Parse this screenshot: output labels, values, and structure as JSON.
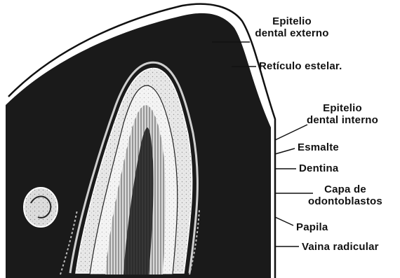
{
  "labels": {
    "epitelio_externo": {
      "line1": "Epitelio",
      "line2": "dental externo"
    },
    "reticulo_estelar": "Retículo estelar.",
    "epitelio_interno": {
      "line1": "Epitelio",
      "line2": "dental interno"
    },
    "esmalte": "Esmalte",
    "dentina": "Dentina",
    "capa_odontoblastos": {
      "line1": "Capa de",
      "line2": "odontoblastos"
    },
    "papila": "Papila",
    "vaina_radicular": "Vaina radicular"
  },
  "colors": {
    "ink": "#111111",
    "tissue_dark": "#1a1a1a",
    "enamel_light": "#e8e8e8",
    "paper": "#ffffff"
  }
}
